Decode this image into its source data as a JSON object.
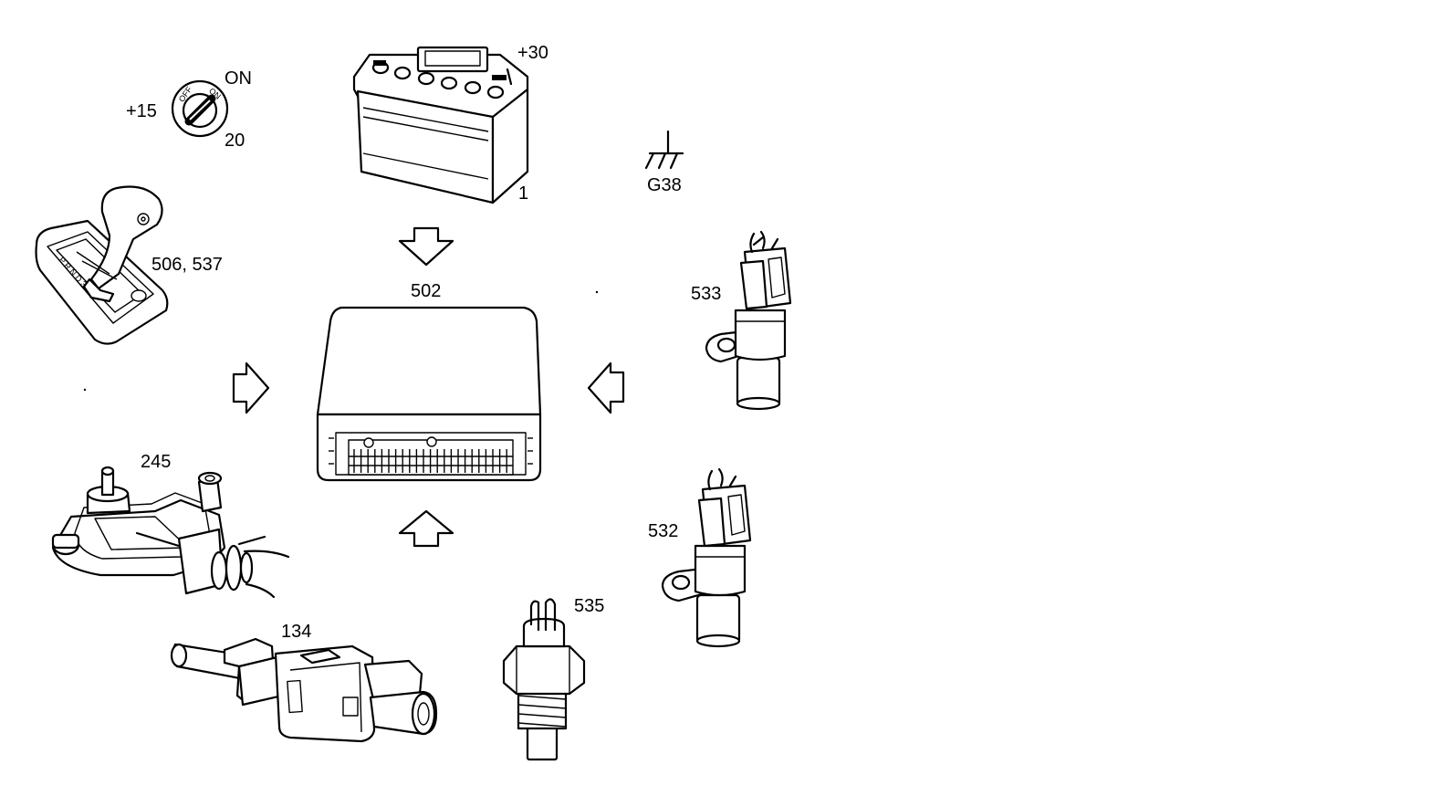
{
  "labels": {
    "battery_id": "1",
    "battery_terminal": "+30",
    "ground": "G38",
    "ignition_terminal": "+15",
    "ignition_on": "ON",
    "ignition_pos": "20",
    "ignition_face_off": "OFF",
    "ignition_face_on": "ON",
    "selector": "506, 537",
    "control_unit": "502",
    "sensor_533": "533",
    "sensor_532": "532",
    "temp_sensor": "535",
    "brake_switch": "134",
    "position_switch": "245"
  },
  "icons": {
    "battery": "battery-icon",
    "ground": "ground-icon",
    "ignition": "ignition-switch-icon",
    "selector": "gear-selector-icon",
    "control_unit": "control-unit-icon",
    "speed_sensor": "speed-sensor-icon",
    "temp_sensor": "temperature-sensor-icon",
    "brake_switch": "brake-light-switch-icon",
    "position_switch": "position-switch-icon",
    "arrow": "arrow-icon"
  }
}
